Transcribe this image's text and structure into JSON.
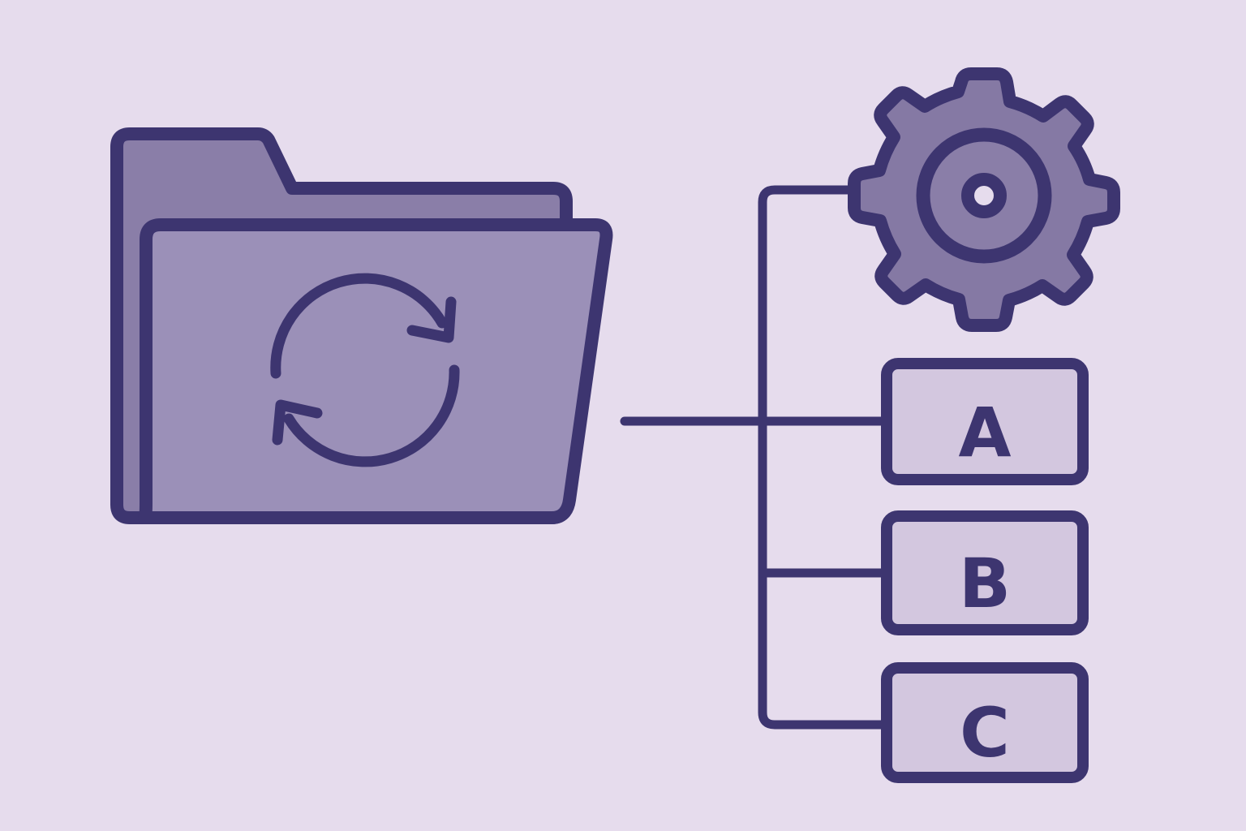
{
  "colors": {
    "background": "#e6dced",
    "outline": "#3d3570",
    "folder_back": "#8a7ea8",
    "folder_front": "#9b90b8",
    "gear_fill": "#8579a4",
    "box_fill": "#d3c7df"
  },
  "icons": {
    "folder": "folder-sync-icon",
    "sync": "refresh-arrows-icon",
    "gear": "gear-icon"
  },
  "boxes": [
    {
      "label": "A"
    },
    {
      "label": "B"
    },
    {
      "label": "C"
    }
  ]
}
